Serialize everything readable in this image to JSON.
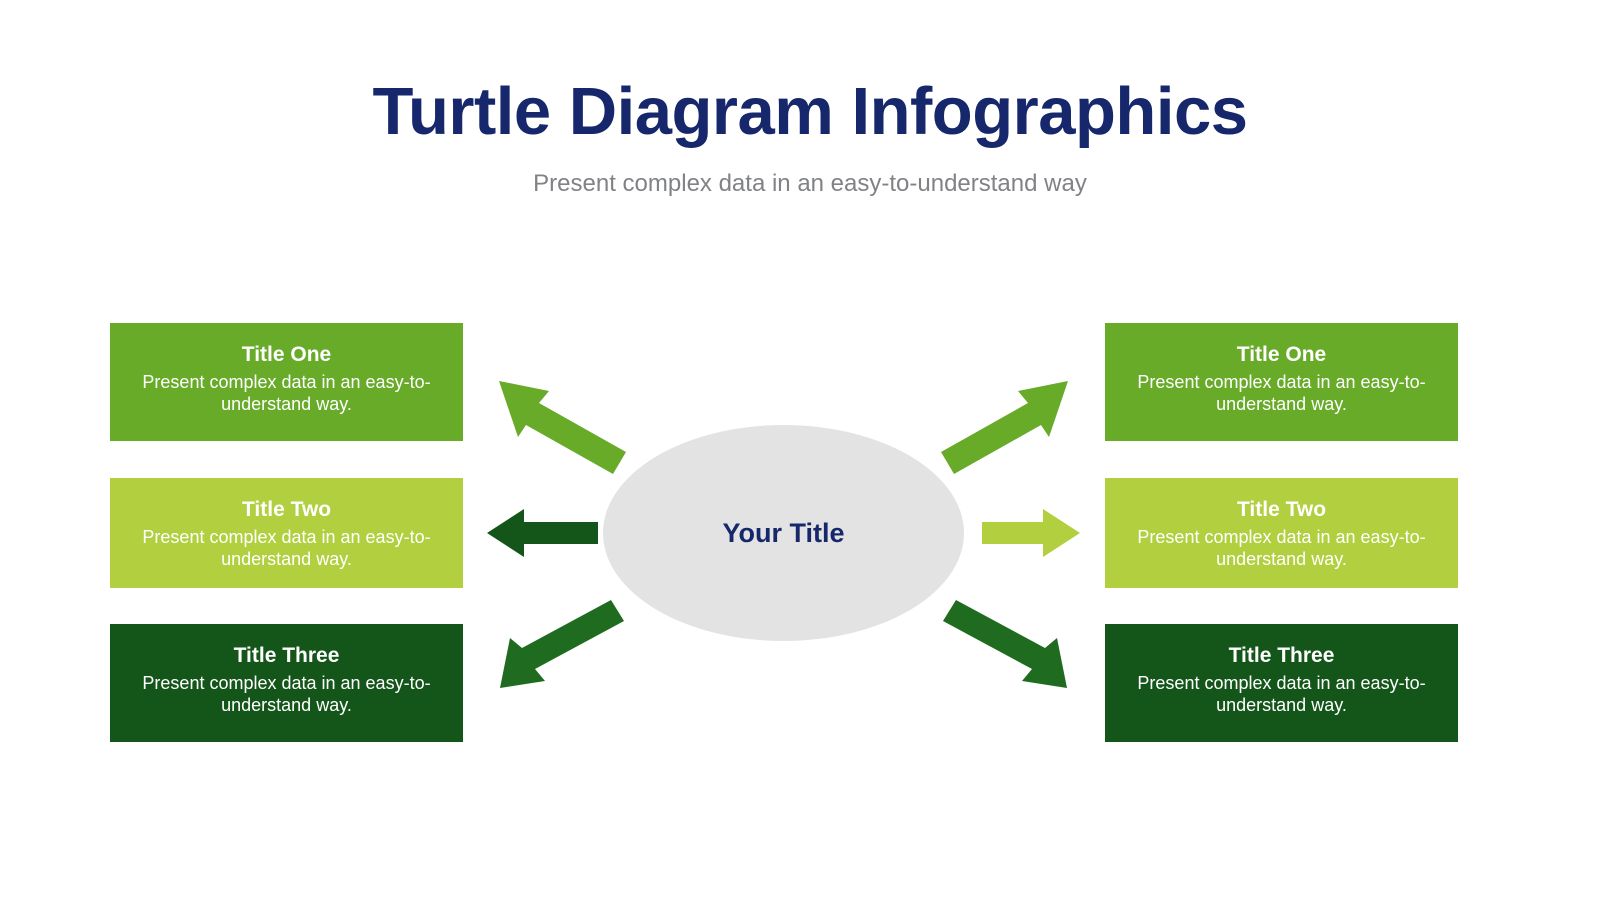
{
  "header": {
    "title": "Turtle Diagram Infographics",
    "subtitle": "Present complex data in an easy-to-understand way"
  },
  "center": {
    "label": "Your Title"
  },
  "colors": {
    "title_navy": "#16286b",
    "subtitle_gray": "#808285",
    "center_ellipse_gray": "#e3e3e3",
    "green_medium": "#67ab28",
    "green_light": "#b2cf3f",
    "green_dark": "#14561a",
    "background": "#ffffff"
  },
  "left_boxes": [
    {
      "title": "Title One",
      "desc": "Present complex data in an easy-to-understand way.",
      "color": "#67ab28"
    },
    {
      "title": "Title Two",
      "desc": "Present complex data in an easy-to-understand way.",
      "color": "#b2cf3f"
    },
    {
      "title": "Title Three",
      "desc": "Present complex data in an easy-to-understand way.",
      "color": "#14561a"
    }
  ],
  "right_boxes": [
    {
      "title": "Title One",
      "desc": "Present complex data in an easy-to-understand way.",
      "color": "#67ab28"
    },
    {
      "title": "Title Two",
      "desc": "Present complex data in an easy-to-understand way.",
      "color": "#b2cf3f"
    },
    {
      "title": "Title Three",
      "desc": "Present complex data in an easy-to-understand way.",
      "color": "#14561a"
    }
  ],
  "arrows": [
    {
      "name": "arrow-up-left",
      "direction": "up-left",
      "color": "#67ab28"
    },
    {
      "name": "arrow-left",
      "direction": "left",
      "color": "#14561a"
    },
    {
      "name": "arrow-down-left",
      "direction": "down-left",
      "color": "#1f6b1f"
    },
    {
      "name": "arrow-up-right",
      "direction": "up-right",
      "color": "#67ab28"
    },
    {
      "name": "arrow-right",
      "direction": "right",
      "color": "#b2cf3f"
    },
    {
      "name": "arrow-down-right",
      "direction": "down-right",
      "color": "#1f6b1f"
    }
  ]
}
